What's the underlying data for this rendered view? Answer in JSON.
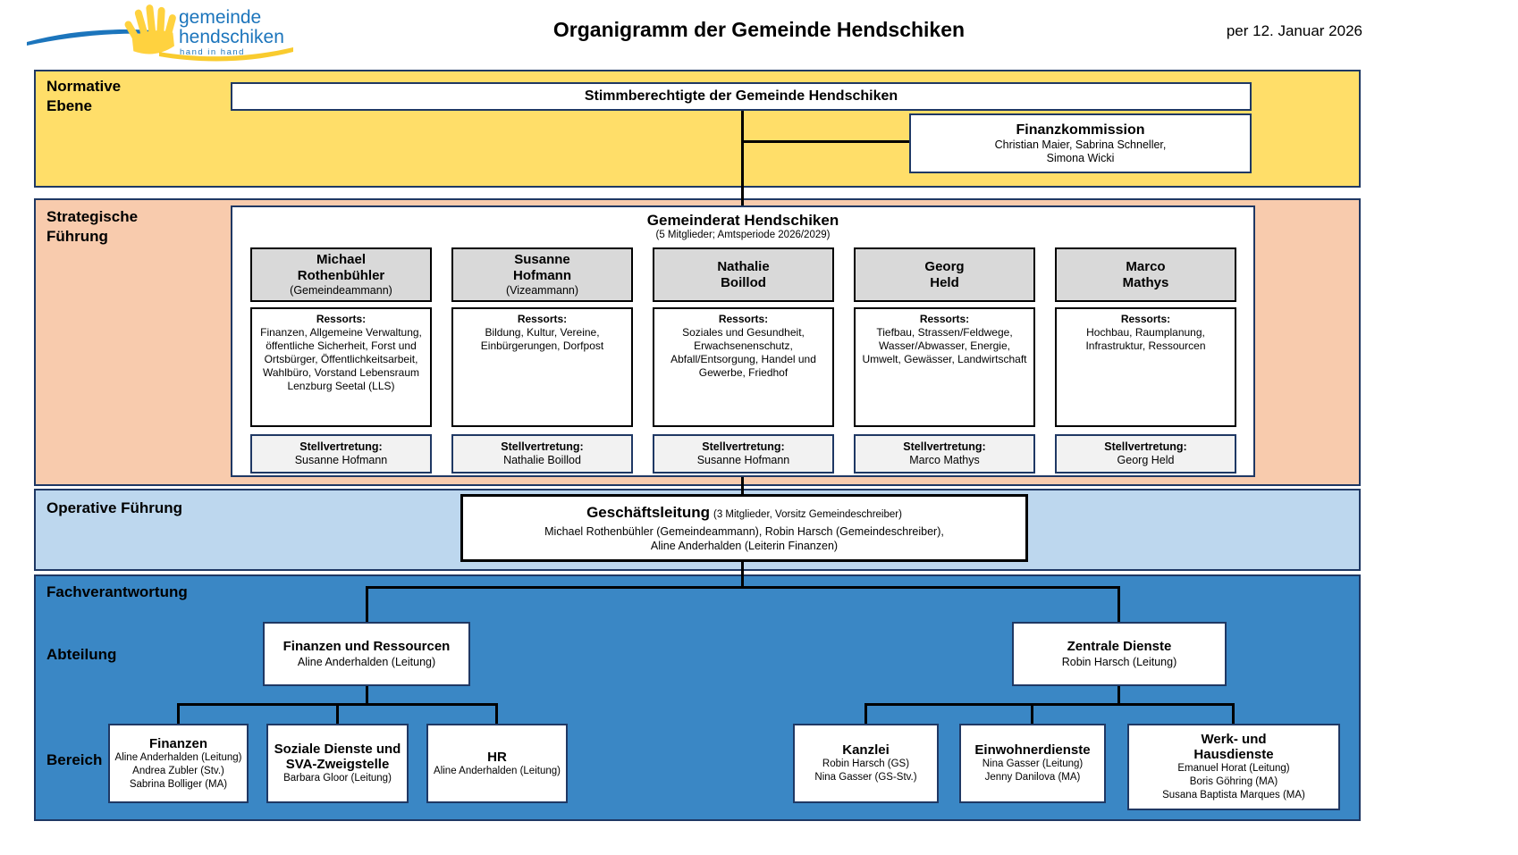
{
  "header": {
    "logo_line1": "gemeinde",
    "logo_line2": "hendschiken",
    "logo_tagline": "hand in hand",
    "title": "Organigramm der Gemeinde Hendschiken",
    "date": "per 12. Januar 2026"
  },
  "normative": {
    "label_line1": "Normative",
    "label_line2": "Ebene",
    "stimmberechtigte": "Stimmberechtigte der Gemeinde Hendschiken",
    "finanzkommission": {
      "title": "Finanzkommission",
      "members_line1": "Christian Maier, Sabrina Schneller,",
      "members_line2": "Simona Wicki"
    }
  },
  "strategisch": {
    "label_line1": "Strategische",
    "label_line2": "Führung",
    "gemeinderat_title": "Gemeinderat Hendschiken",
    "gemeinderat_subtitle": "(5 Mitglieder; Amtsperiode 2026/2029)",
    "ressorts_label": "Ressorts:",
    "stellvertretung_label": "Stellvertretung:",
    "members": [
      {
        "name_line1": "Michael",
        "name_line2": "Rothenbühler",
        "role": "(Gemeindeammann)",
        "ressorts": "Finanzen, Allgemeine Verwaltung, öffentliche Sicherheit, Forst und Ortsbürger, Öffentlichkeitsarbeit, Wahlbüro, Vorstand Lebensraum Lenzburg Seetal (LLS)",
        "stellvertretung": "Susanne Hofmann"
      },
      {
        "name_line1": "Susanne",
        "name_line2": "Hofmann",
        "role": "(Vizeammann)",
        "ressorts": "Bildung, Kultur, Vereine, Einbürgerungen, Dorfpost",
        "stellvertretung": "Nathalie Boillod"
      },
      {
        "name_line1": "Nathalie",
        "name_line2": "Boillod",
        "role": "",
        "ressorts": "Soziales und Gesundheit, Erwachsenenschutz, Abfall/Entsorgung, Handel und Gewerbe, Friedhof",
        "stellvertretung": "Susanne Hofmann"
      },
      {
        "name_line1": "Georg",
        "name_line2": "Held",
        "role": "",
        "ressorts": "Tiefbau, Strassen/Feldwege, Wasser/Abwasser, Energie, Umwelt, Gewässer, Landwirtschaft",
        "stellvertretung": "Marco Mathys"
      },
      {
        "name_line1": "Marco",
        "name_line2": "Mathys",
        "role": "",
        "ressorts": "Hochbau, Raumplanung, Infrastruktur, Ressourcen",
        "stellvertretung": "Georg Held"
      }
    ]
  },
  "operativ": {
    "label": "Operative Führung",
    "gl_title": "Geschäftsleitung",
    "gl_title_suffix": "(3 Mitglieder, Vorsitz Gemeindeschreiber)",
    "gl_line2": "Michael Rothenbühler (Gemeindeammann), Robin Harsch (Gemeindeschreiber),",
    "gl_line3": "Aline Anderhalden (Leiterin Finanzen)"
  },
  "fach": {
    "label": "Fachverantwortung",
    "abteilung_label": "Abteilung",
    "bereich_label": "Bereich",
    "abteilungen": [
      {
        "title": "Finanzen und Ressourcen",
        "staff1": "Aline Anderhalden (Leitung)"
      },
      {
        "title": "Zentrale Dienste",
        "staff1": "Robin Harsch (Leitung)"
      }
    ],
    "bereiche": [
      {
        "title": "Finanzen",
        "staff1": "Aline Anderhalden (Leitung)",
        "staff2": "Andrea Zubler (Stv.)",
        "staff3": "Sabrina Bolliger (MA)"
      },
      {
        "title": "Soziale Dienste und SVA-Zweigstelle",
        "staff1": "Barbara Gloor (Leitung)",
        "staff2": "",
        "staff3": ""
      },
      {
        "title": "HR",
        "staff1": "Aline Anderhalden (Leitung)",
        "staff2": "",
        "staff3": ""
      },
      {
        "title": "Kanzlei",
        "staff1": "Robin Harsch (GS)",
        "staff2": "Nina Gasser (GS-Stv.)",
        "staff3": ""
      },
      {
        "title": "Einwohnerdienste",
        "staff1": "Nina Gasser (Leitung)",
        "staff2": "Jenny Danilova (MA)",
        "staff3": ""
      },
      {
        "title": "Werk- und Hausdienste",
        "staff1": "Emanuel Horat (Leitung)",
        "staff2": "Boris Göhring (MA)",
        "staff3": "Susana Baptista Marques (MA)"
      }
    ]
  },
  "colors": {
    "normative_band": "#FFDE69",
    "strategisch_band": "#F8CBAD",
    "operativ_band": "#BDD7EE",
    "fach_band": "#3A87C5",
    "member_header_fill": "#D9D9D9",
    "stellvertretung_fill": "#F2F2F2",
    "border_navy": "#1F3864",
    "connector": "#000000",
    "logo_blue": "#1C75BC",
    "logo_yellow": "#FFD23F"
  }
}
